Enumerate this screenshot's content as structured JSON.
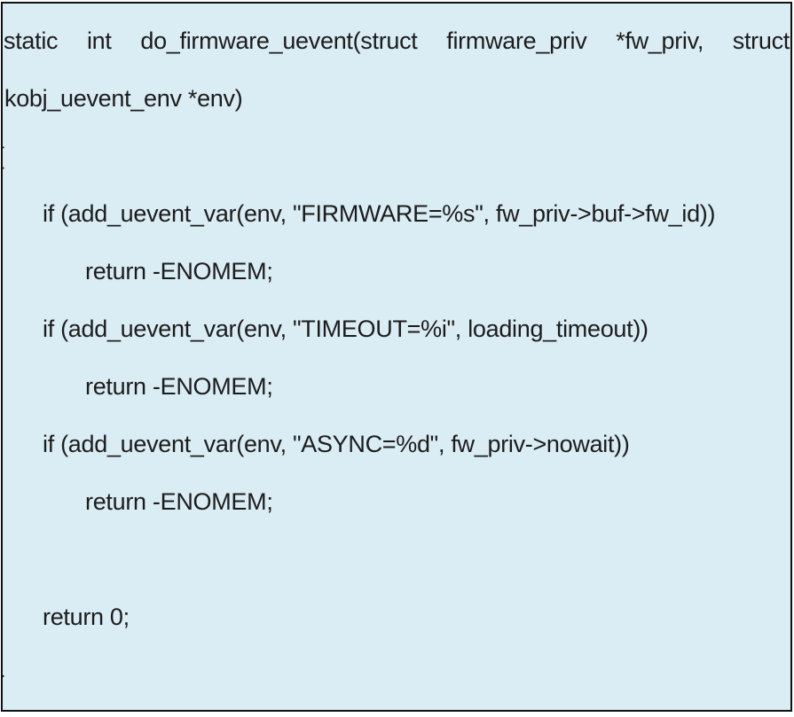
{
  "code_block": {
    "language": "c",
    "background": "#daecf4",
    "border_color": "#111111",
    "text_color": "#1c1c1c",
    "signature_line1_words": [
      "static",
      "int",
      "do_firmware_uevent(struct",
      "firmware_priv",
      "*fw_priv,",
      "struct"
    ],
    "signature_line2": "kobj_uevent_env *env)",
    "open_brace": "{",
    "body_lines": [
      {
        "indent": 1,
        "text": "if (add_uevent_var(env, \"FIRMWARE=%s\", fw_priv->buf->fw_id))"
      },
      {
        "indent": 2,
        "text": "return -ENOMEM;"
      },
      {
        "indent": 1,
        "text": "if (add_uevent_var(env, \"TIMEOUT=%i\", loading_timeout))"
      },
      {
        "indent": 2,
        "text": "return -ENOMEM;"
      },
      {
        "indent": 1,
        "text": "if (add_uevent_var(env, \"ASYNC=%d\", fw_priv->nowait))"
      },
      {
        "indent": 2,
        "text": "return -ENOMEM;"
      },
      {
        "indent": 0,
        "text": ""
      },
      {
        "indent": 1,
        "text": "return 0;"
      }
    ],
    "close_brace": "}"
  }
}
